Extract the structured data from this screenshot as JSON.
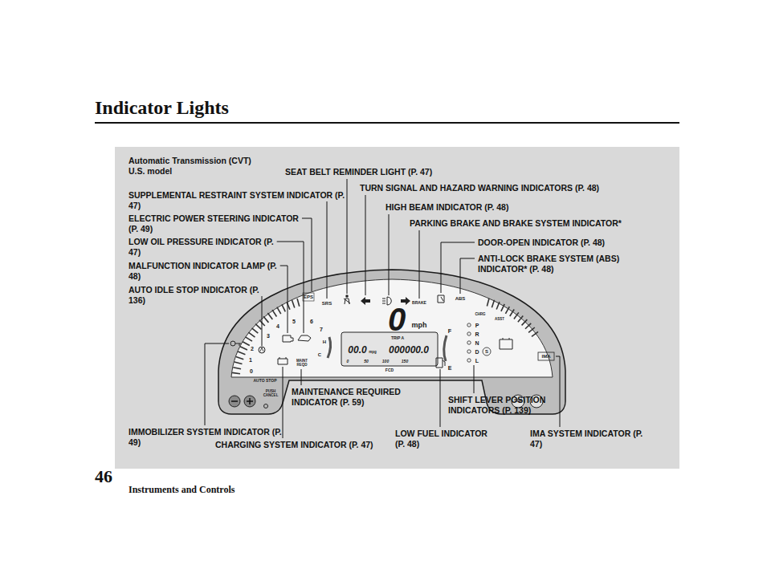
{
  "diagram": {
    "title": "Indicator Lights",
    "labels": [
      "Automatic Transmission (CVT) U.S. model",
      "SEAT BELT REMINDER LIGHT (P. 47)",
      "TURN SIGNAL AND HAZARD WARNING INDICATORS (P. 48)",
      "SUPPLEMENTAL RESTRAINT SYSTEM INDICATOR (P. 47)",
      "HIGH BEAM INDICATOR (P. 48)",
      "ELECTRIC POWER STEERING INDICATOR (P. 49)",
      "PARKING BRAKE AND BRAKE SYSTEM INDICATOR*",
      "LOW OIL PRESSURE INDICATOR (P. 47)",
      "DOOR-OPEN INDICATOR (P. 48)",
      "ANTI-LOCK BRAKE SYSTEM (ABS) INDICATOR* (P. 48)",
      "MALFUNCTION INDICATOR LAMP (P. 48)",
      "AUTO IDLE STOP INDICATOR (P. 136)",
      "MAINTENANCE REQUIRED INDICATOR (P. 59)",
      "SHIFT LEVER POSITION INDICATORS (P. 139)",
      "CHARGING SYSTEM INDICATOR (P. 47)",
      "IMMOBILIZER SYSTEM INDICATOR (P. 49)",
      "LOW FUEL INDICATOR (P. 48)",
      "IMA SYSTEM INDICATOR (P. 47)",
      "Instruments and Controls",
      "46",
      "EPS",
      "SRS",
      "BRAKE",
      "ABS",
      "0",
      "mph",
      "0",
      "1",
      "2",
      "3",
      "4",
      "5",
      "6",
      "7",
      "H",
      "C",
      "MAINT REQD",
      "AUTO STOP",
      "PUSH CANCEL",
      "TRIP A",
      "00.0",
      "mpg",
      "000000.0",
      "0",
      "50",
      "100",
      "150",
      "FCD",
      "CHRG",
      "ASST",
      "F",
      "E",
      "P",
      "R",
      "N",
      "D",
      "S",
      "L",
      "IMA",
      "TRIP"
    ]
  }
}
